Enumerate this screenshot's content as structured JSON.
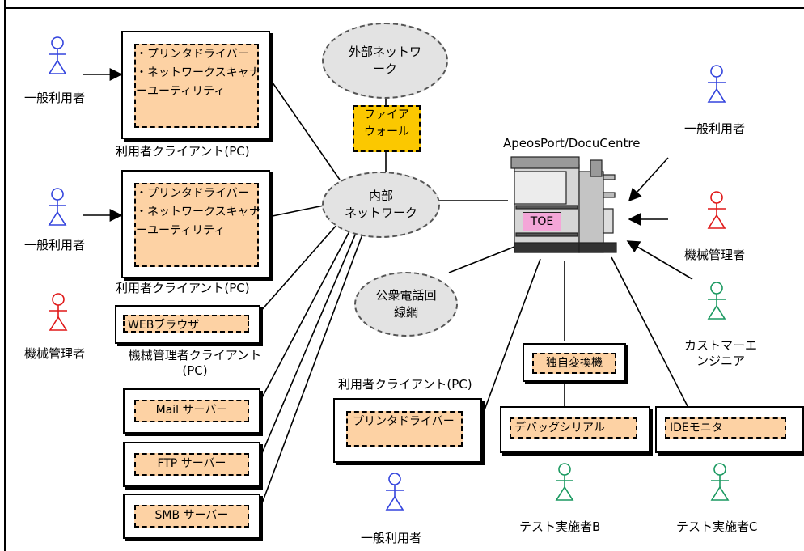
{
  "external_network": [
    "外部ネットワ",
    "ーク"
  ],
  "firewall": [
    "ファイア",
    "ウォール"
  ],
  "internal_network": [
    "内部",
    "ネットワーク"
  ],
  "phone_network": [
    "公衆電話回",
    "線網"
  ],
  "device_name": "ApeosPort/DocuCentre",
  "toe_label": "TOE",
  "client_software": [
    "・プリンタドライバー",
    "・ネットワークスキャナ",
    "ーユーティリティ"
  ],
  "user_client_label": "利用者クライアント(PC)",
  "web_browser": "WEBブラウザ",
  "admin_client_label": [
    "機械管理者クライアント",
    "(PC)"
  ],
  "mail_server": "Mail サーバー",
  "ftp_server": "FTP サーバー",
  "smb_server": "SMB サーバー",
  "bottom_client_label": "利用者クライアント(PC)",
  "printer_driver": "プリンタドライバー",
  "converter": "独自変換機",
  "debug_serial": "デバッグシリアル",
  "ide_monitor": "IDEモニタ",
  "actors": {
    "general_user": "一般利用者",
    "admin": "機械管理者",
    "customer_engineer": [
      "カストマーエ",
      "ンジニア"
    ],
    "tester_b": "テスト実施者B",
    "tester_c": "テスト実施者C"
  },
  "colors": {
    "user": "#3344dd",
    "admin": "#e01818",
    "engineer": "#1a9960",
    "software_fill": "#fdd2a4",
    "firewall_fill": "#fbc800",
    "toe_fill": "#f4a6d8",
    "cloud_fill": "#e3e3e3"
  }
}
